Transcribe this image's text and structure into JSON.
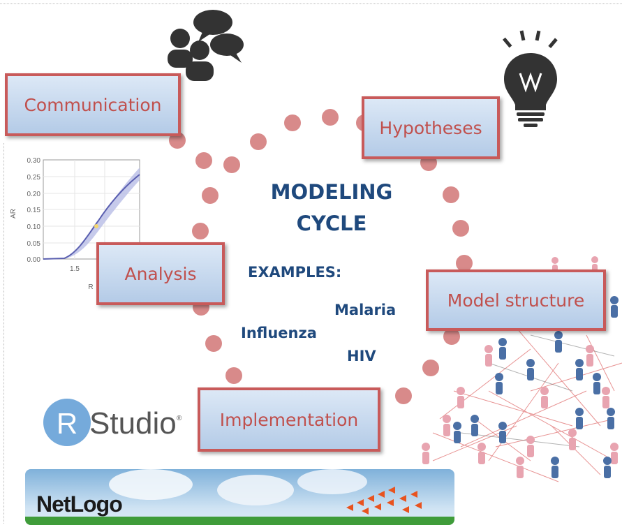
{
  "diagram": {
    "title_line1": "MODELING",
    "title_line2": "CYCLE",
    "examples_label": "EXAMPLES:",
    "examples": {
      "malaria": "Malaria",
      "influenza": "Influenza",
      "hiv": "HIV"
    },
    "stages": {
      "communication": "Communication",
      "hypotheses": "Hypotheses",
      "model_structure": "Model structure",
      "implementation": "Implementation",
      "analysis": "Analysis"
    }
  },
  "plot": {
    "y_label": "AR",
    "x_label_partial": "R",
    "y_ticks": [
      "0.30",
      "0.25",
      "0.20",
      "0.15",
      "0.10",
      "0.05",
      "0.00"
    ],
    "x_ticks": [
      "1.5"
    ]
  },
  "logos": {
    "rstudio_letter": "R",
    "rstudio_name": "Studio",
    "rstudio_reg": "®",
    "netlogo": "NetLogo"
  },
  "icons": [
    "people-talking-icon",
    "lightbulb-icon",
    "social-network-icon"
  ],
  "colors": {
    "box_border": "#c85a5a",
    "box_text": "#c0504d",
    "title_text": "#1f497d",
    "dot": "#d88a8a"
  }
}
